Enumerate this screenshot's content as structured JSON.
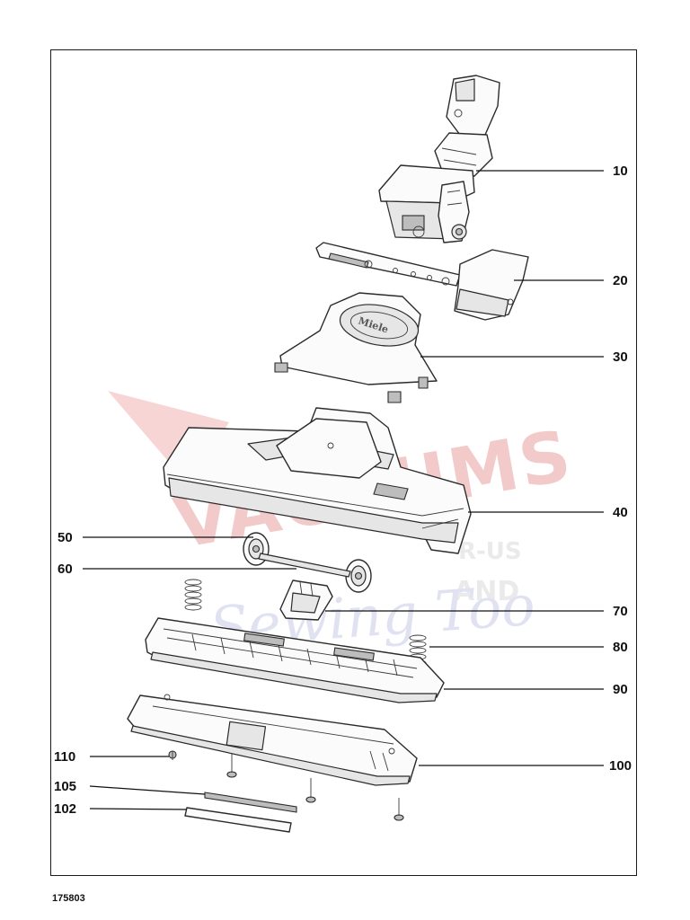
{
  "drawing_number": "175803",
  "watermark": {
    "line1": "VACUUMS",
    "line2": "R-US",
    "line3": "AND",
    "line4": "Sewing Too"
  },
  "parts": [
    {
      "number": "10"
    },
    {
      "number": "20"
    },
    {
      "number": "30"
    },
    {
      "number": "40"
    },
    {
      "number": "50"
    },
    {
      "number": "60"
    },
    {
      "number": "70"
    },
    {
      "number": "80"
    },
    {
      "number": "90"
    },
    {
      "number": "100"
    },
    {
      "number": "110"
    },
    {
      "number": "105"
    },
    {
      "number": "102"
    }
  ],
  "brand_label": "Miele"
}
